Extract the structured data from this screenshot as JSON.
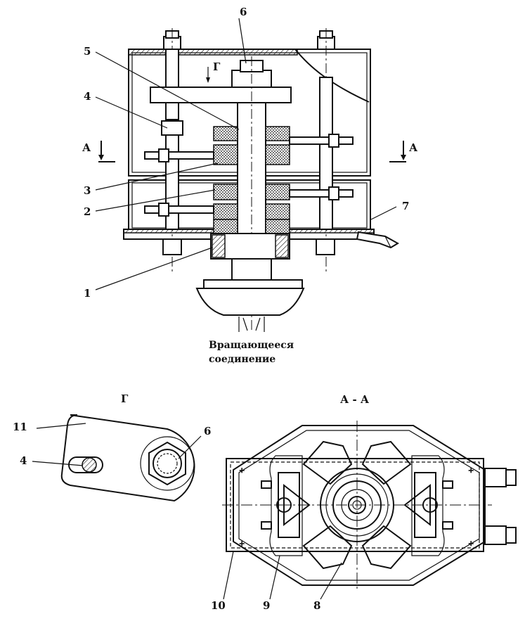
{
  "labels": {
    "n1": "1",
    "n2": "2",
    "n3": "3",
    "n4": "4",
    "n5": "5",
    "n6": "6",
    "n7": "7",
    "n4b": "4",
    "n6b": "6",
    "n8": "8",
    "n9": "9",
    "n10": "10",
    "n11": "11",
    "sectionA_left": "А",
    "sectionA_right": "А",
    "viewG_arrow": "Г",
    "viewG_title": "Г",
    "sectionAA_title": "А - А"
  },
  "caption": {
    "line1": "Вращающееся",
    "line2": "соединение"
  }
}
